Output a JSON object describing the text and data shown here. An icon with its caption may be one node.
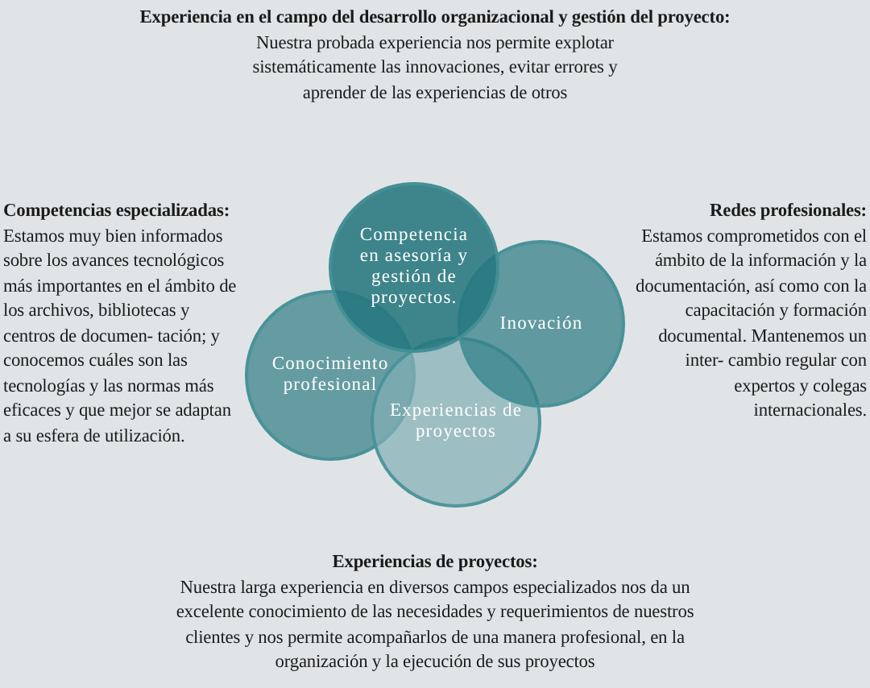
{
  "diagram": {
    "nodes": [
      {
        "text": [
          "Competencia en asesoría y gestión de proyectos."
        ]
      },
      {
        "text": [
          "Conocimiento profesional"
        ]
      },
      {
        "text": [
          "Inovación"
        ]
      },
      {
        "text": [
          "Experiencias de proyectos"
        ]
      }
    ],
    "edges": [],
    "labels": [
      "Experiencia en el campo del desarrollo organizacional y gestión del proyecto:",
      "Nuestra probada experiencia nos permite explotar sistemáticamente las innovaciones, evitar errores y aprender de las experiencias de otros",
      "Competencias especializadas:",
      "Estamos muy bien informados sobre los avances tecnológicos más importantes en el ámbito de los archivos, bibliotecas y centros de documen- tación; y conocemos cuáles son las tecnologías y las normas más eficaces y que mejor se adaptan a su esfera de utilización.",
      "Redes profesionales:",
      "Estamos comprometidos con el ámbito de la información y la documentación, así como con la capacitación y formación documental. Mantenemos un inter- cambio regular con expertos y colegas internacionales.",
      "Experiencias de proyectos:",
      "Nuestra larga experiencia en diversos campos especializados nos da un excelente conocimiento de las necesidades y requerimientos de nuestros clientes y nos permite acompañarlos de una manera profesional, en la organización y la ejecución de sus proyectos"
    ]
  }
}
